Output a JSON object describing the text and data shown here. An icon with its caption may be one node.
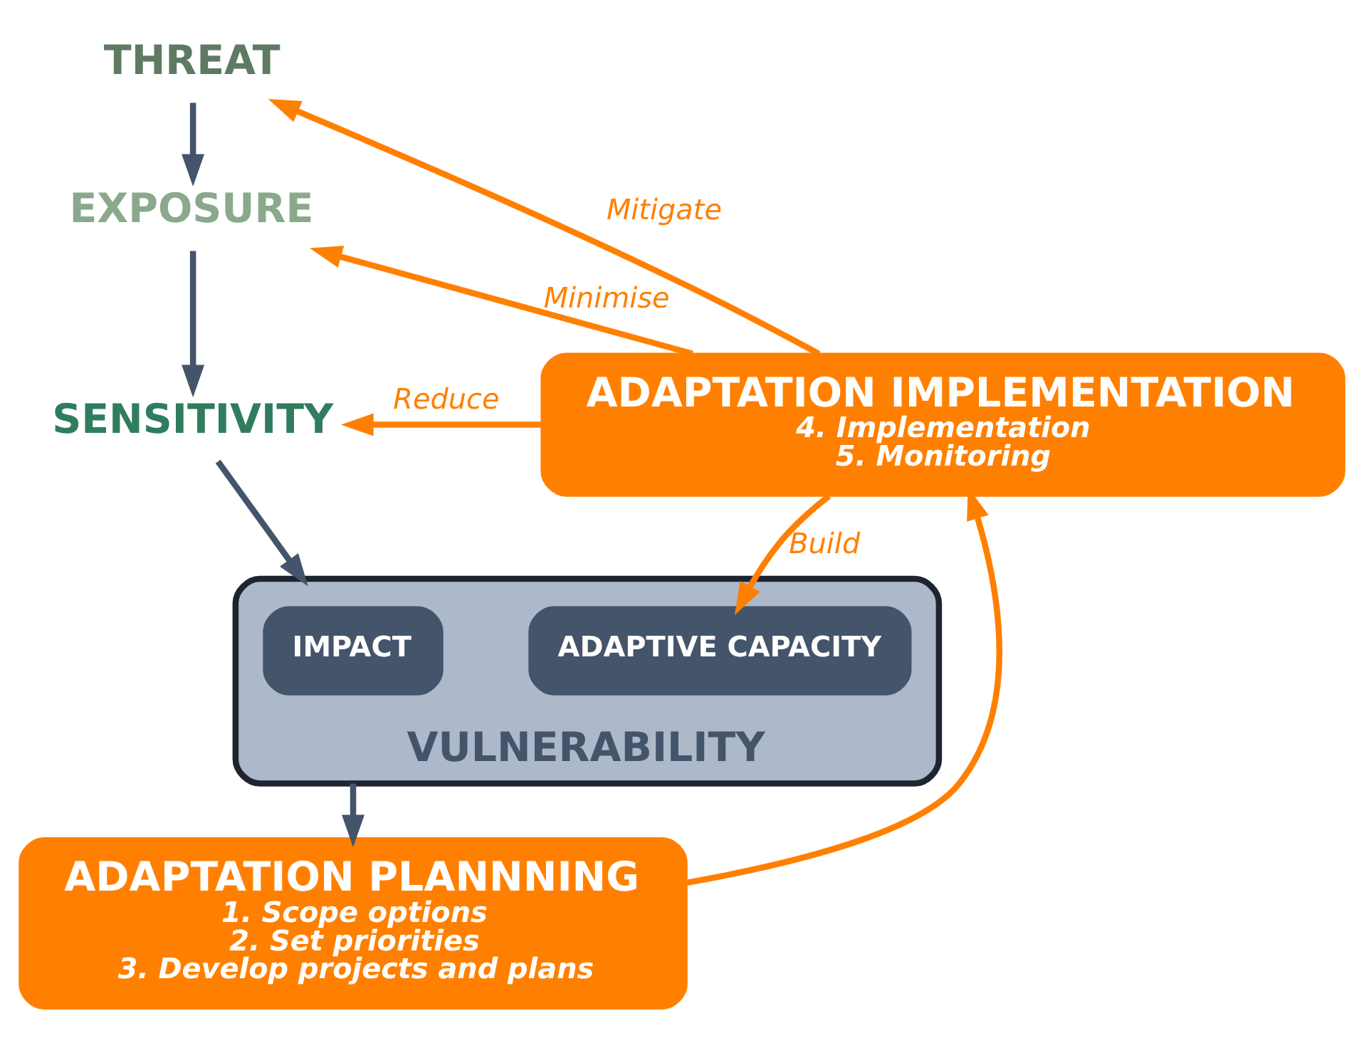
{
  "diagram": {
    "nodes": [
      {
        "text": [
          "THREAT"
        ]
      },
      {
        "text": [
          "EXPOSURE"
        ]
      },
      {
        "text": [
          "SENSITIVITY"
        ]
      },
      {
        "text": [
          "VULNERABILITY"
        ]
      },
      {
        "text": [
          "IMPACT"
        ],
        "in": 3
      },
      {
        "text": [
          "ADAPTIVE CAPACITY"
        ],
        "in": 3
      },
      {
        "text": [
          "ADAPTATION IMPLEMENTATION",
          "4. Implementation",
          "5. Monitoring"
        ]
      },
      {
        "text": [
          "ADAPTATION PLANNNING",
          "1. Scope options",
          "2. Set priorities",
          "3. Develop projects and plans"
        ]
      }
    ],
    "edges": [
      {
        "from": 0,
        "to": 1,
        "arrow": "to",
        "color": "#44546a"
      },
      {
        "from": 1,
        "to": 2,
        "arrow": "to",
        "color": "#44546a"
      },
      {
        "from": 2,
        "to": 3,
        "arrow": "to",
        "color": "#44546a"
      },
      {
        "from": 3,
        "to": 7,
        "arrow": "to",
        "color": "#44546a"
      },
      {
        "from": 7,
        "to": 6,
        "arrow": "to"
      },
      {
        "from": 6,
        "to": 0,
        "label": "Mitigate",
        "arrow": "to"
      },
      {
        "from": 6,
        "to": 1,
        "label": "Minimise",
        "arrow": "to"
      },
      {
        "from": 6,
        "to": 2,
        "label": "Reduce",
        "arrow": "to"
      },
      {
        "from": 6,
        "to": 5,
        "label": "Build",
        "arrow": "to"
      }
    ]
  }
}
